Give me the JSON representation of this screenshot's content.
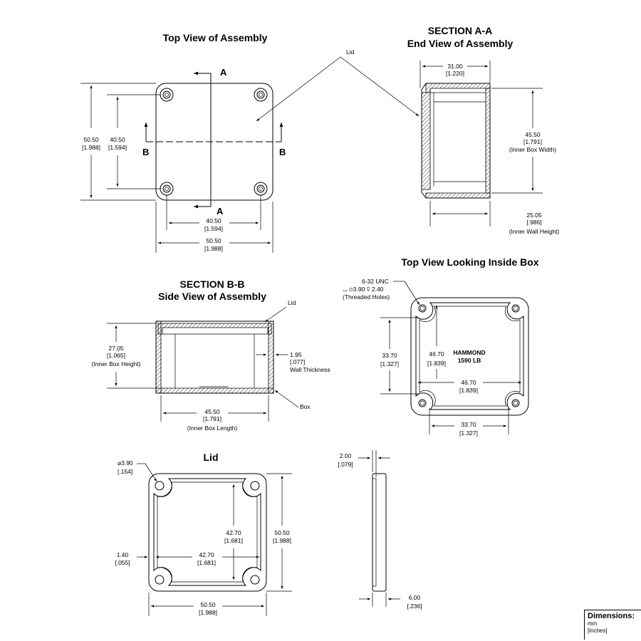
{
  "views": {
    "top_assembly": {
      "title": "Top View of Assembly",
      "section_a": "A",
      "section_b": "B",
      "dim_height_outer": "50.50",
      "dim_height_outer_in": "[1.988]",
      "dim_height_hole": "40.50",
      "dim_height_hole_in": "[1.594]",
      "dim_width_hole": "40.50",
      "dim_width_hole_in": "[1.594]",
      "dim_width_outer": "50.50",
      "dim_width_outer_in": "[1.988]",
      "lid_label": "Lid"
    },
    "section_aa": {
      "title_1": "SECTION A-A",
      "title_2": "End View of Assembly",
      "dim_top": "31.00",
      "dim_top_in": "[1.220]",
      "dim_width": "45.50",
      "dim_width_in": "[1.791]",
      "dim_width_note": "(Inner Box Width)",
      "dim_wall_height": "25.05",
      "dim_wall_height_in": "[.986]",
      "dim_wall_height_note": "(Inner Wall Height)"
    },
    "section_bb": {
      "title_1": "SECTION B-B",
      "title_2": "Side View of Assembly",
      "lid_label": "Lid",
      "box_label": "Box",
      "dim_height": "27.05",
      "dim_height_in": "[1.065]",
      "dim_height_note": "(Inner Box Height)",
      "dim_wall": "1.95",
      "dim_wall_in": "[.077]",
      "dim_wall_note": "Wall Thickness",
      "dim_length": "45.50",
      "dim_length_in": "[1.791]",
      "dim_length_note": "(Inner Box Length)"
    },
    "inside_box": {
      "title": "Top View Looking Inside Box",
      "thread": "6-32 UNC",
      "thread_spec": "⌴ ⌀3.90 ⊽ 2.40",
      "thread_note": "(Threaded Holes)",
      "brand_1": "HAMMOND",
      "brand_2": "1590 LB",
      "dim_vert_hole": "33.70",
      "dim_vert_hole_in": "[1.327]",
      "dim_vert_inner": "46.70",
      "dim_vert_inner_in": "[1.839]",
      "dim_horiz_inner": "46.70",
      "dim_horiz_inner_in": "[1.839]",
      "dim_horiz_hole": "33.70",
      "dim_horiz_hole_in": "[1.327]"
    },
    "lid": {
      "title": "Lid",
      "hole_dia": "⌀3.90",
      "hole_dia_in": "[.154]",
      "dim_inner_h": "42.70",
      "dim_inner_h_in": "[1.681]",
      "dim_outer_h": "50.50",
      "dim_outer_h_in": "[1.988]",
      "dim_lip": "1.40",
      "dim_lip_in": "[.055]",
      "dim_inner_w": "42.70",
      "dim_inner_w_in": "[1.681]",
      "dim_outer_w": "50.50",
      "dim_outer_w_in": "[1.988]"
    },
    "lid_side": {
      "dim_lip": "2.00",
      "dim_lip_in": "[.079]",
      "dim_thick": "6.00",
      "dim_thick_in": "[.236]"
    }
  },
  "legend": {
    "title": "Dimensions:",
    "unit_1": "mm",
    "unit_2": "[inches]"
  }
}
